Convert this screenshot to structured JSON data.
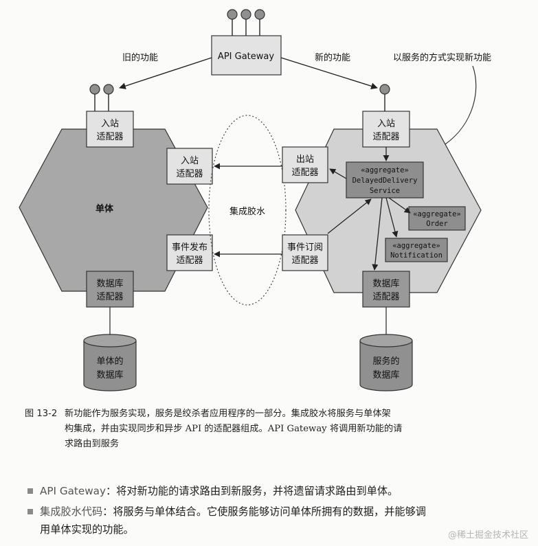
{
  "diagram": {
    "api_gateway": "API Gateway",
    "old_feature_label": "旧的功能",
    "new_feature_label": "新的功能",
    "service_note": "以服务的方式实现新功能",
    "glue_label": "集成胶水",
    "monolith": {
      "title": "单体",
      "inbound_adapter": [
        "入站",
        "适配器"
      ],
      "inbound_adapter_right": [
        "入站",
        "适配器"
      ],
      "event_publish_adapter": [
        "事件发布",
        "适配器"
      ],
      "db_adapter": [
        "数据库",
        "适配器"
      ],
      "database": [
        "单体的",
        "数据库"
      ]
    },
    "service": {
      "inbound_adapter": [
        "入站",
        "适配器"
      ],
      "outbound_adapter": [
        "出站",
        "适配器"
      ],
      "event_subscribe_adapter": [
        "事件订阅",
        "适配器"
      ],
      "db_adapter": [
        "数据库",
        "适配器"
      ],
      "database": [
        "服务的",
        "数据库"
      ],
      "aggregate_main": [
        "«aggregate»",
        "DelayedDelivery",
        "Service"
      ],
      "aggregate_order": [
        "«aggregate»",
        "Order"
      ],
      "aggregate_notification": [
        "«aggregate»",
        "Notification"
      ]
    }
  },
  "caption": {
    "figure_number": "图 13-2",
    "line1": "新功能作为服务实现，服务是绞杀者应用程序的一部分。集成胶水将服务与单体架",
    "line2": "构集成，并由实现同步和异步 API 的适配器组成。API Gateway 将调用新功能的请",
    "line3": "求路由到服务"
  },
  "bullets": [
    {
      "term": "API Gateway",
      "text": "：将对新功能的请求路由到新服务，并将遗留请求路由到单体。"
    },
    {
      "term": "集成胶水代码",
      "text": "：将服务与单体结合。它使服务能够访问单体所拥有的数据，并能够调",
      "text2": "用单体实现的功能。"
    }
  ],
  "watermark": "@稀土掘金技术社区",
  "colors": {
    "hex_left": "#a8a8a8",
    "hex_right": "#d2d2d2",
    "box_light": "#e3e3e3",
    "box_dark": "#999999",
    "aggregate": "#8e8e8e",
    "db": "#909090"
  }
}
